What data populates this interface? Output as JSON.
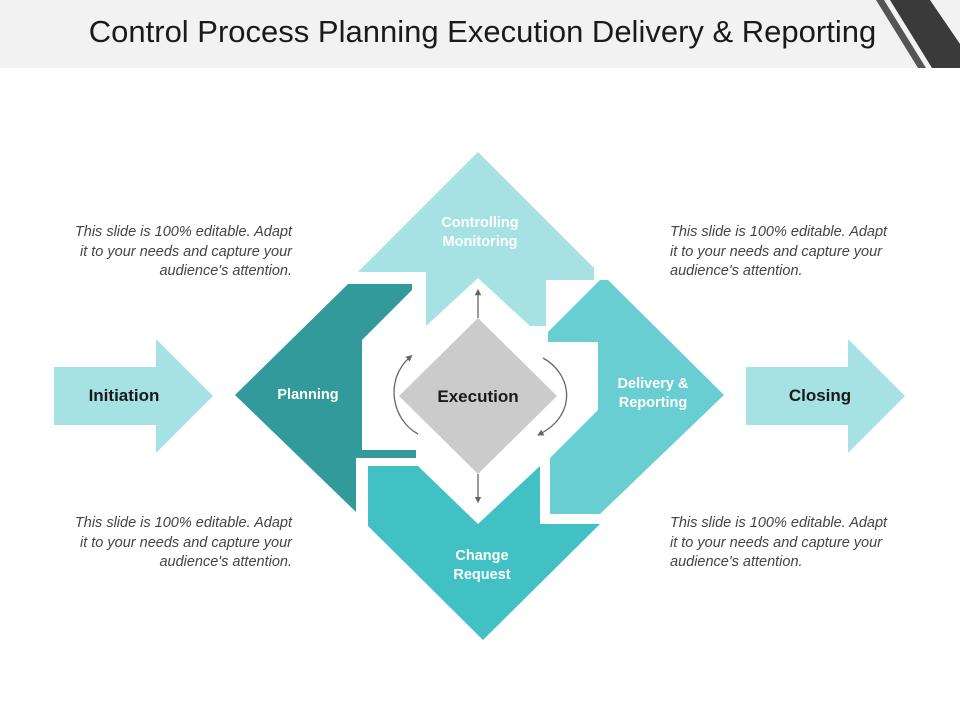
{
  "header": {
    "title": "Control Process Planning Execution Delivery & Reporting"
  },
  "diagram": {
    "center": "Execution",
    "top": [
      "Controlling",
      "Monitoring"
    ],
    "left": "Planning",
    "right": [
      "Delivery &",
      "Reporting"
    ],
    "bottom": [
      "Change",
      "Request"
    ],
    "initiation": "Initiation",
    "closing": "Closing"
  },
  "descriptions": {
    "top_left": [
      "This slide is 100% editable. Adapt",
      "it to your needs and capture your",
      "audience's attention."
    ],
    "top_right": [
      "This slide is 100% editable. Adapt",
      "it to your needs and capture your",
      "audience's attention."
    ],
    "bottom_left": [
      "This slide is 100% editable. Adapt",
      "it to your needs and capture your",
      "audience's attention."
    ],
    "bottom_right": [
      "This slide is 100% editable. Adapt",
      "it to your needs and capture your",
      "audience's attention."
    ]
  },
  "colors": {
    "top": "#a6e1e4",
    "left": "#329a9b",
    "right": "#68ced1",
    "bottom": "#42c1c5",
    "center": "#cccbcc",
    "arrows": "#a6e1e4",
    "header_bg": "#f2f2f2",
    "corner_dark": "#3a3a3a"
  }
}
